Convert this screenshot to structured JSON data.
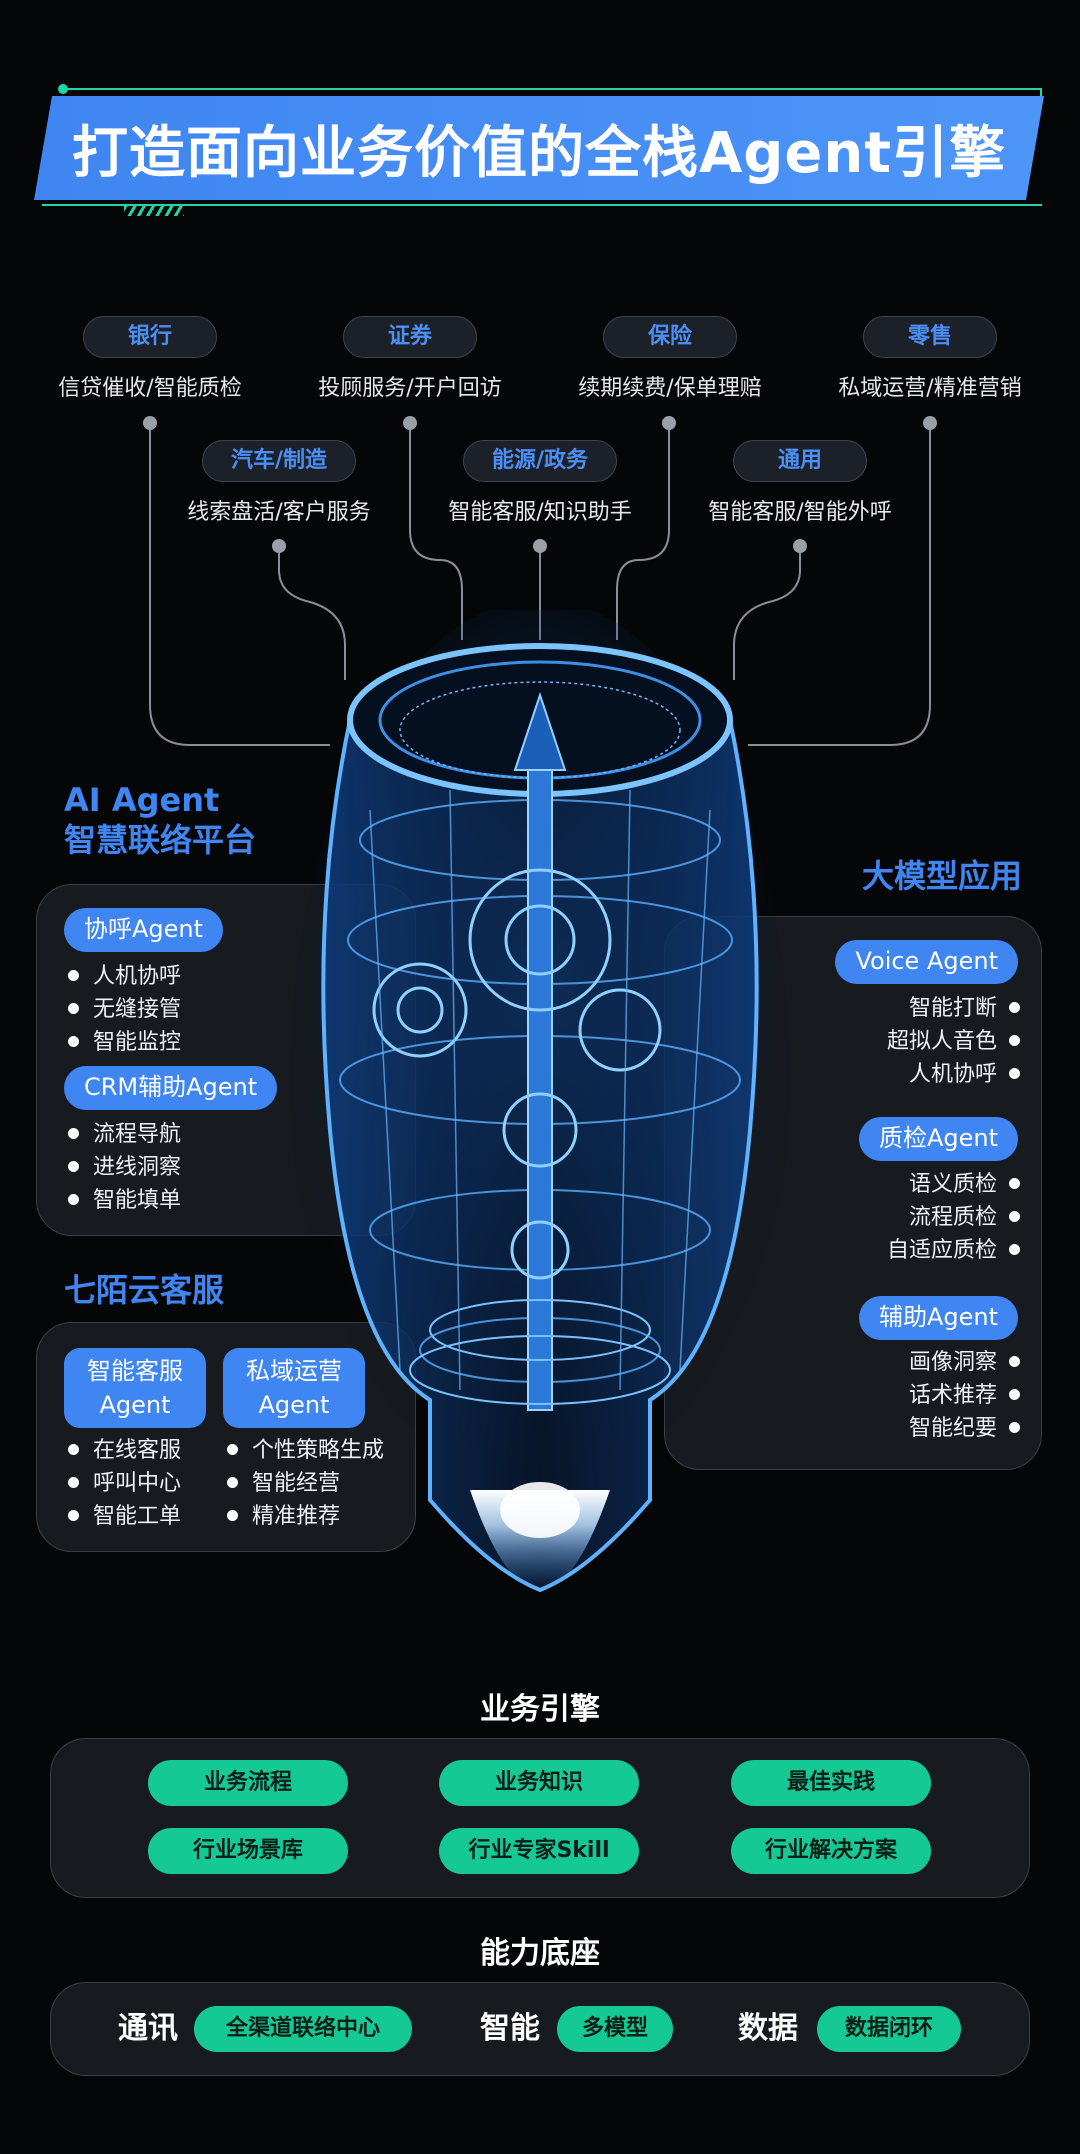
{
  "title": "打造面向业务价值的全栈Agent引擎",
  "industries": [
    {
      "name": "银行",
      "desc": "信贷催收/智能质检"
    },
    {
      "name": "证券",
      "desc": "投顾服务/开户回访"
    },
    {
      "name": "保险",
      "desc": "续期续费/保单理赔"
    },
    {
      "name": "零售",
      "desc": "私域运营/精准营销"
    },
    {
      "name": "汽车/制造",
      "desc": "线索盘活/客户服务"
    },
    {
      "name": "能源/政务",
      "desc": "智能客服/知识助手"
    },
    {
      "name": "通用",
      "desc": "智能客服/智能外呼"
    }
  ],
  "ai_platform": {
    "title_line1": "AI Agent",
    "title_line2": "智慧联络平台",
    "groups": [
      {
        "name": "协呼Agent",
        "items": [
          "人机协呼",
          "无缝接管",
          "智能监控"
        ]
      },
      {
        "name": "CRM辅助Agent",
        "items": [
          "流程导航",
          "进线洞察",
          "智能填单"
        ]
      }
    ]
  },
  "cloud_service": {
    "title": "七陌云客服",
    "groups": [
      {
        "name_line1": "智能客服",
        "name_line2": "Agent",
        "items": [
          "在线客服",
          "呼叫中心",
          "智能工单"
        ]
      },
      {
        "name_line1": "私域运营",
        "name_line2": "Agent",
        "items": [
          "个性策略生成",
          "智能经营",
          "精准推荐"
        ]
      }
    ]
  },
  "llm_apps": {
    "title": "大模型应用",
    "groups": [
      {
        "name": "Voice Agent",
        "items": [
          "智能打断",
          "超拟人音色",
          "人机协呼"
        ]
      },
      {
        "name": "质检Agent",
        "items": [
          "语义质检",
          "流程质检",
          "自适应质检"
        ]
      },
      {
        "name": "辅助Agent",
        "items": [
          "画像洞察",
          "话术推荐",
          "智能纪要"
        ]
      }
    ]
  },
  "business_engine": {
    "title": "业务引擎",
    "items": [
      "业务流程",
      "业务知识",
      "最佳实践",
      "行业场景库",
      "行业专家Skill",
      "行业解决方案"
    ]
  },
  "capability_base": {
    "title": "能力底座",
    "items": [
      {
        "label": "通讯",
        "value": "全渠道联络中心"
      },
      {
        "label": "智能",
        "value": "多模型"
      },
      {
        "label": "数据",
        "value": "数据闭环"
      }
    ]
  },
  "colors": {
    "accent_blue": "#3f86f2",
    "accent_green": "#15c995",
    "background": "#050607"
  }
}
